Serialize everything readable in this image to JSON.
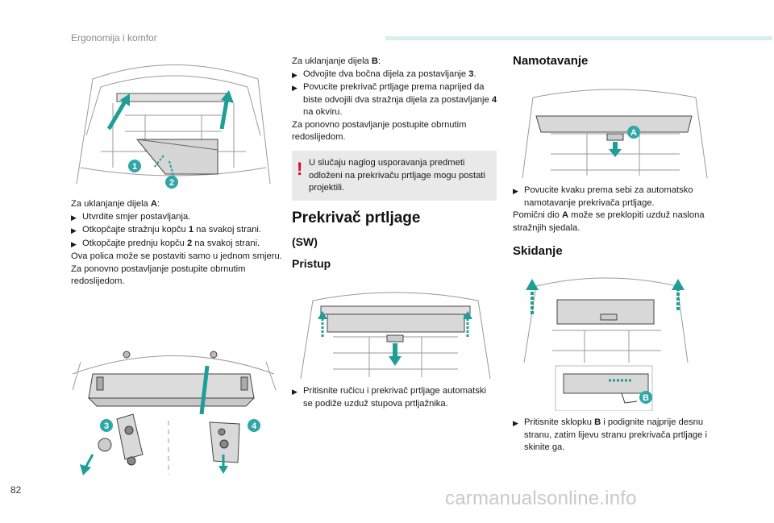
{
  "header": {
    "section": "Ergonomija i komfor"
  },
  "page_number": "82",
  "watermark": "carmanualsonline.info",
  "col1": {
    "intro": [
      "Za uklanjanje dijela ",
      "A",
      ":"
    ],
    "b1": "Utvrdite smjer postavljanja.",
    "b2": [
      "Otkopčajte stražnju kopču ",
      "1",
      " na svakoj strani."
    ],
    "b3": [
      "Otkopčajte prednju kopču ",
      "2",
      " na svakoj strani."
    ],
    "p1": "Ova polica može se postaviti samo u jednom smjeru.",
    "p2": "Za ponovno postavljanje postupite obrnutim redoslijedom.",
    "fig1_callouts": [
      "1",
      "2"
    ],
    "fig2_callouts": [
      "3",
      "4"
    ]
  },
  "col2": {
    "intro": [
      "Za uklanjanje dijela ",
      "B",
      ":"
    ],
    "b1": [
      "Odvojite dva bočna dijela za postavljanje ",
      "3",
      "."
    ],
    "b2": [
      "Povucite prekrivač prtljage prema naprijed da biste odvojili dva stražnja dijela za postavljanje ",
      "4",
      " na okviru."
    ],
    "p1": "Za ponovno postavljanje postupite obrnutim redoslijedom.",
    "warning_mark": "!",
    "warning": "U slučaju naglog usporavanja predmeti odloženi na prekrivaču prtljage mogu postati projektili.",
    "title": "Prekrivač prtljage",
    "sw": "(SW)",
    "pristup": "Pristup",
    "b3": "Pritisnite ručicu i prekrivač prtljage automatski se podiže uzduž stupova prtljažnika."
  },
  "col3": {
    "namotavanje": "Namotavanje",
    "fig_callout_a": "A",
    "b1": "Povucite kvaku prema sebi za automatsko namotavanje prekrivača prtljage.",
    "p1": [
      "Pomični dio ",
      "A",
      " može se preklopiti uzduž naslona stražnjih sjedala."
    ],
    "skidanje": "Skidanje",
    "fig_callout_b": "B",
    "b2": [
      "Pritisnite sklopku ",
      "B",
      " i podignite najprije desnu stranu, zatim lijevu stranu prekrivača prtljage i skinite ga."
    ]
  },
  "colors": {
    "accent": "#2fa7a6",
    "arrow_teal": "#1f9e98",
    "warning_red": "#e3002b",
    "box_gray": "#e9e9e9"
  }
}
